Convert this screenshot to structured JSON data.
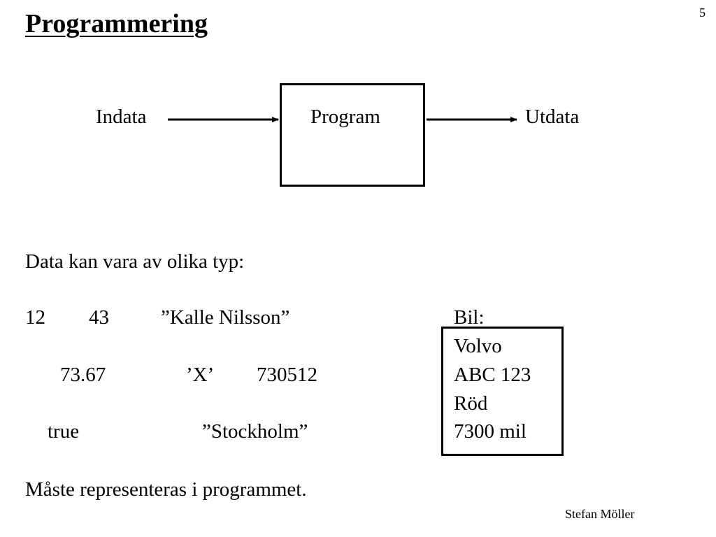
{
  "slide": {
    "title": "Programmering",
    "page_number": "5",
    "author": "Stefan Möller"
  },
  "diagram": {
    "input_label": "Indata",
    "process_label": "Program",
    "output_label": "Utdata"
  },
  "content": {
    "intro": "Data kan vara av olika typ:",
    "row1": {
      "v1": "12",
      "v2": "43",
      "v3": "”Kalle Nilsson”"
    },
    "row2": {
      "v1": "73.67",
      "v2": "’X’",
      "v3": "730512"
    },
    "row3": {
      "v1": "true",
      "v2": "”Stockholm”"
    },
    "conclusion": "Måste representeras i programmet."
  },
  "car": {
    "label": "Bil:",
    "fields": [
      "Volvo",
      "ABC 123",
      "Röd",
      "7300 mil"
    ]
  }
}
